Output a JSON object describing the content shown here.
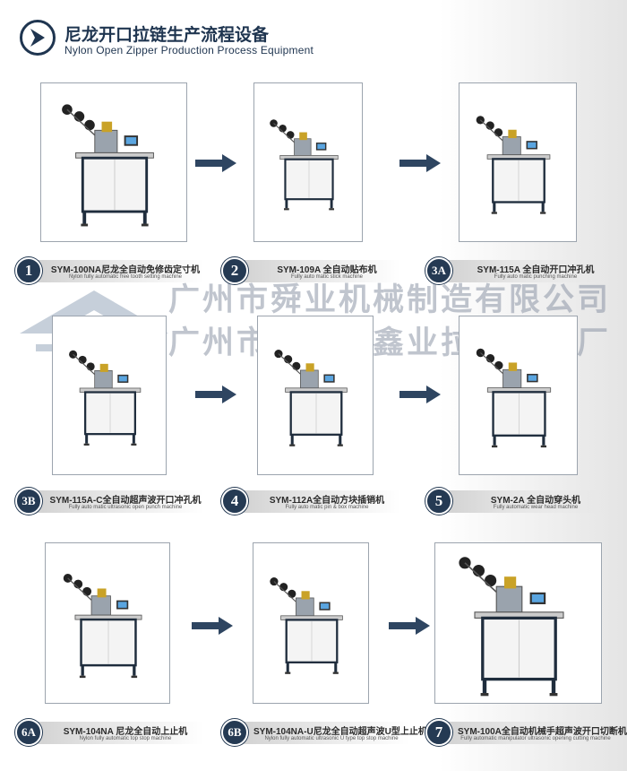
{
  "header": {
    "title_zh": "尼龙开口拉链生产流程设备",
    "title_en": "Nylon Open Zipper Production Process Equipment",
    "logo_icon": "chevron-right-icon"
  },
  "watermark": {
    "line1": "广州市舜业机械制造有限公司",
    "line2": "广州市白云区鑫业拉链机械厂"
  },
  "colors": {
    "navy": "#253a53",
    "arrow": "#2e4561",
    "frame_border": "#9ca4ae"
  },
  "machines": [
    {
      "badge": "1",
      "model": "SYM-100NA",
      "name_zh": "尼龙全自动免修齿定寸机",
      "name_en": "Nylon fully automatic free tooth setting machine"
    },
    {
      "badge": "2",
      "model": "SYM-109A",
      "name_zh": "全自动贴布机",
      "name_en": "Fully auto matic stick machine"
    },
    {
      "badge": "3A",
      "model": "SYM-115A",
      "name_zh": "全自动开口冲孔机",
      "name_en": "Fully auto matic punching machine"
    },
    {
      "badge": "3B",
      "model": "SYM-115A-C",
      "name_zh": "全自动超声波开口冲孔机",
      "name_en": "Fully auto matic ultrasonic open punch machine"
    },
    {
      "badge": "4",
      "model": "SYM-112A",
      "name_zh": "全自动方块插销机",
      "name_en": "Fully auto matic pin & box machine"
    },
    {
      "badge": "5",
      "model": "SYM-2A",
      "name_zh": "全自动穿头机",
      "name_en": "Fully automatic wear head machine"
    },
    {
      "badge": "6A",
      "model": "SYM-104NA",
      "name_zh": "尼龙全自动上止机",
      "name_en": "Nylon fully automatic top stop machine"
    },
    {
      "badge": "6B",
      "model": "SYM-104NA-U",
      "name_zh": "尼龙全自动超声波U型上止机",
      "name_en": "Nylon fully automatic ultrasonic  U type top stop machine"
    },
    {
      "badge": "7",
      "model": "SYM-100A",
      "name_zh": "全自动机械手超声波开口切断机",
      "name_en": "Fully automatic manipulator ultrasonic opening cutting  machine"
    }
  ]
}
